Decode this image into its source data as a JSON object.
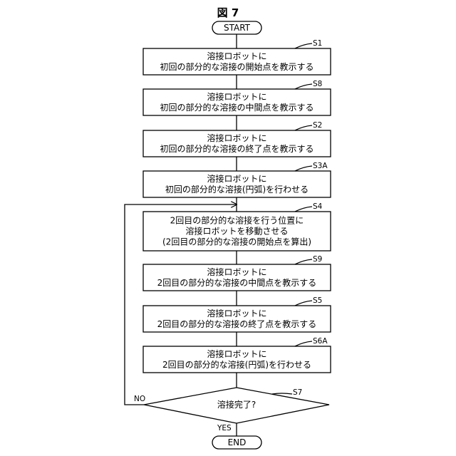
{
  "figure_title": "図 7",
  "start": "START",
  "end": "END",
  "steps": [
    {
      "label": "S1",
      "lines": [
        "溶接ロボットに",
        "初回の部分的な溶接の開始点を教示する"
      ]
    },
    {
      "label": "S8",
      "lines": [
        "溶接ロボットに",
        "初回の部分的な溶接の中間点を教示する"
      ]
    },
    {
      "label": "S2",
      "lines": [
        "溶接ロボットに",
        "初回の部分的な溶接の終了点を教示する"
      ]
    },
    {
      "label": "S3A",
      "lines": [
        "溶接ロボットに",
        "初回の部分的な溶接(円弧)を行わせる"
      ]
    },
    {
      "label": "S4",
      "lines": [
        "2回目の部分的な溶接を行う位置に",
        "溶接ロボットを移動させる",
        "(2回目の部分的な溶接の開始点を算出)"
      ]
    },
    {
      "label": "S9",
      "lines": [
        "溶接ロボットに",
        "2回目の部分的な溶接の中間点を教示する"
      ]
    },
    {
      "label": "S5",
      "lines": [
        "溶接ロボットに",
        "2回目の部分的な溶接の終了点を教示する"
      ]
    },
    {
      "label": "S6A",
      "lines": [
        "溶接ロボットに",
        "2回目の部分的な溶接(円弧)を行わせる"
      ]
    }
  ],
  "decision": {
    "label": "S7",
    "text": "溶接完了?",
    "no_label": "NO",
    "yes_label": "YES"
  }
}
